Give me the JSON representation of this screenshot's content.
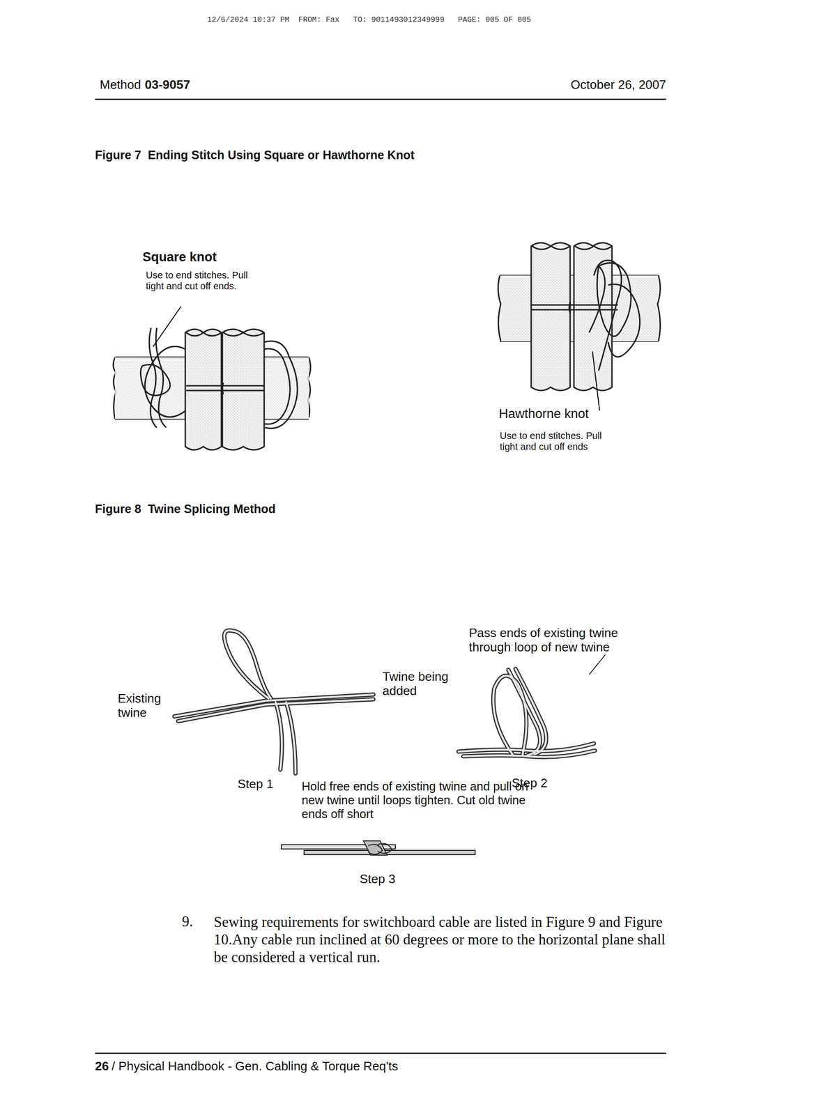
{
  "diagram": {
    "labels": [
      "12/6/2024 10:37 PM  FROM: Fax   TO: 9011493012349999   PAGE: 005 OF 005",
      "Method",
      "03-9057",
      "October 26, 2007",
      "Figure 7  Ending Stitch Using Square or Hawthorne Knot",
      "Square knot",
      "Use to end stitches. Pull tight and cut off ends.",
      "Hawthorne knot",
      "Use to end stitches. Pull tight and cut off ends",
      "Figure 8  Twine Splicing Method",
      "Existing twine",
      "Twine being added",
      "Pass ends of existing twine through loop of new twine",
      "Step 1",
      "Hold free ends of existing twine and pull on new twine until loops tighten. Cut old twine ends off short",
      "Step 2",
      "Step 3",
      "9.",
      "Sewing requirements for switchboard cable are listed in Figure 9 and Figure 10.Any cable run inclined at 60 degrees or more to the horizontal plane shall be considered a vertical run.",
      "26",
      "/ Physical Handbook - Gen. Cabling & Torque Req'ts"
    ]
  }
}
